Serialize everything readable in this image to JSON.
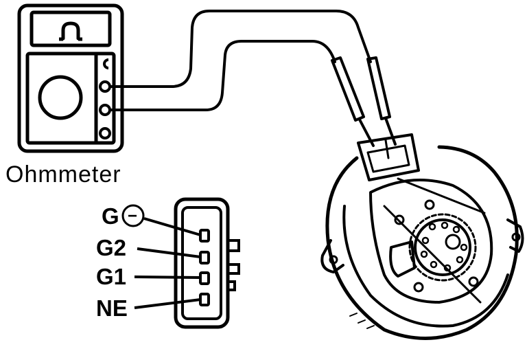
{
  "meter": {
    "label": "Ohmmeter",
    "display_symbol": "⎍"
  },
  "connector": {
    "pins": [
      {
        "label": "G",
        "symbol": "−"
      },
      {
        "label": "G2"
      },
      {
        "label": "G1"
      },
      {
        "label": "NE"
      }
    ]
  },
  "colors": {
    "ink": "#000000",
    "paper": "#ffffff"
  }
}
